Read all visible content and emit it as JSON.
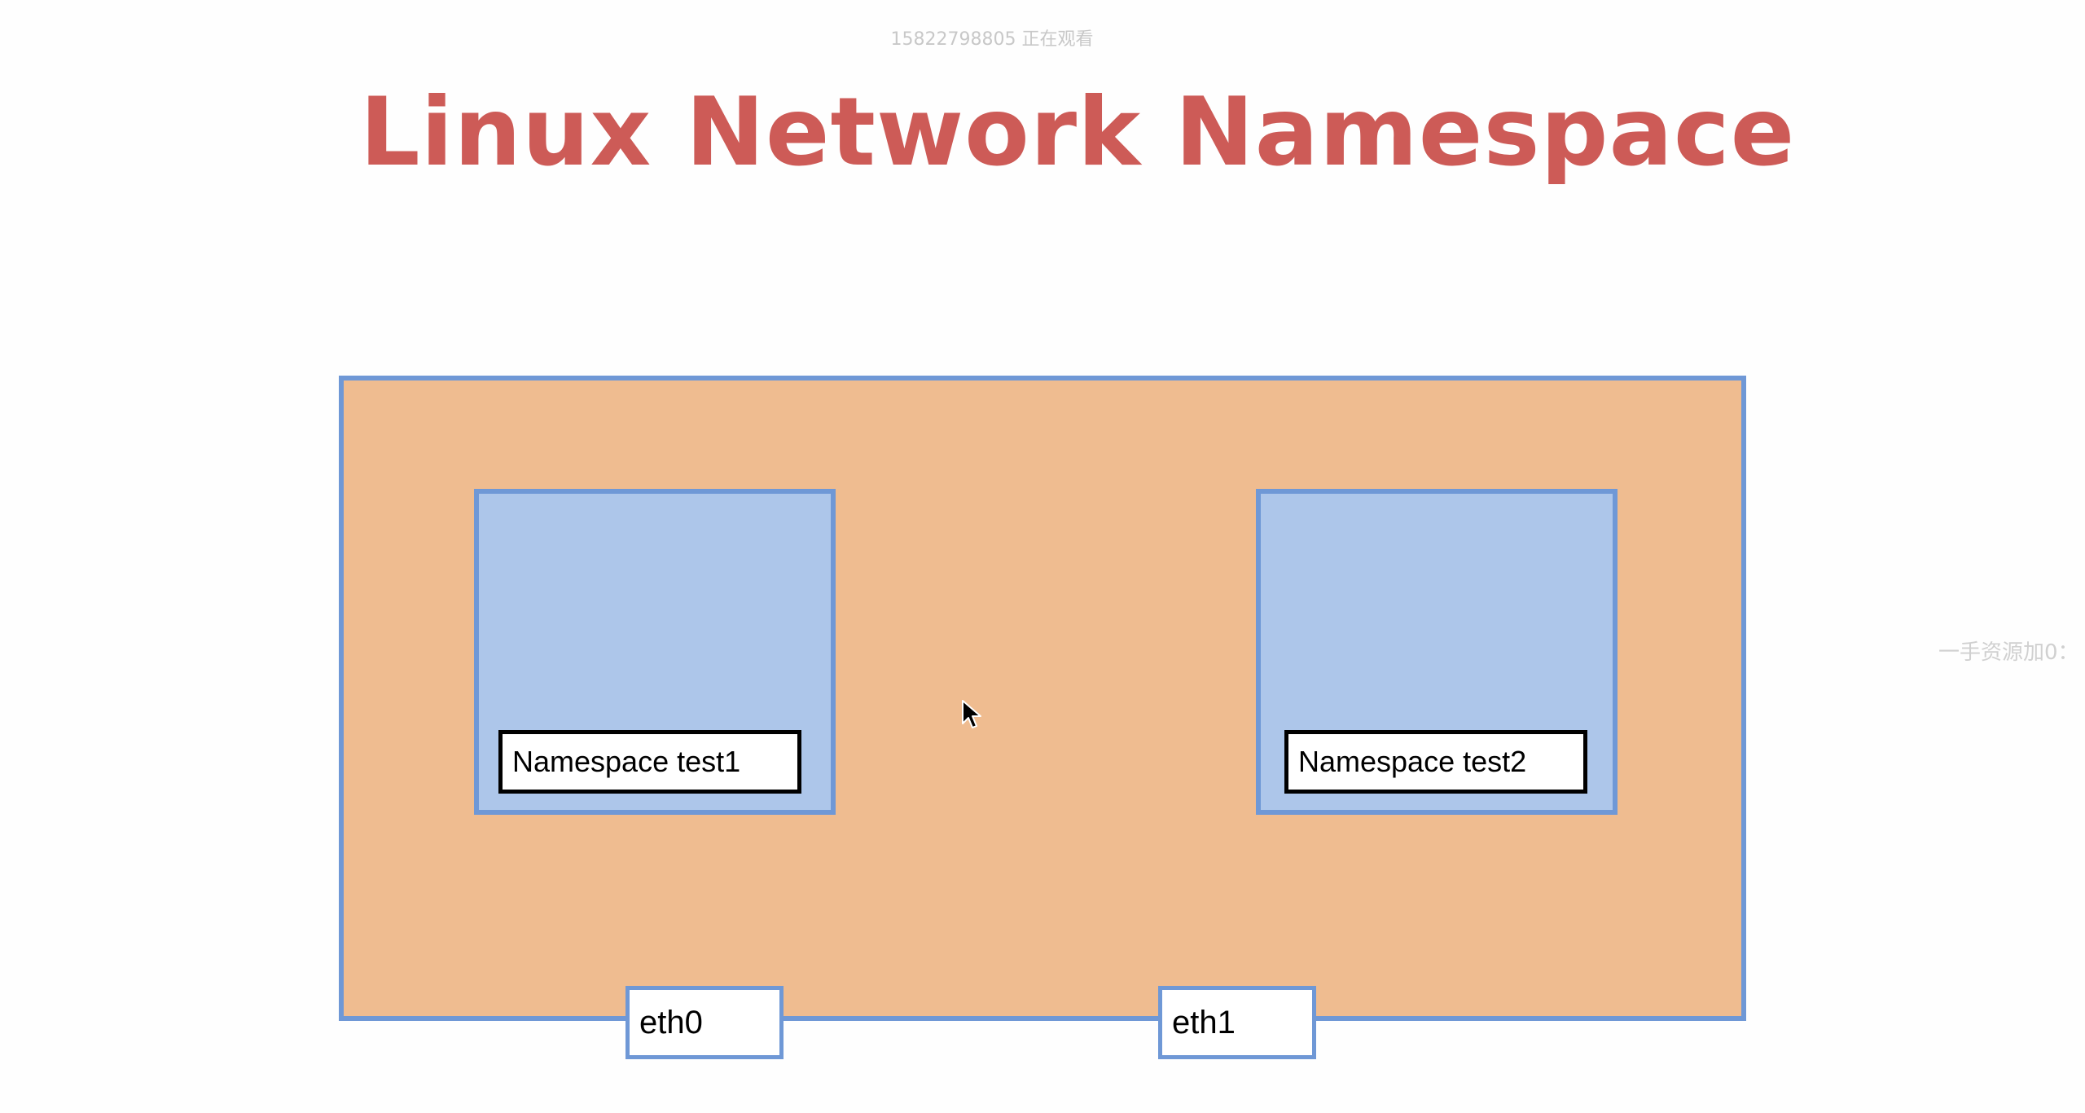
{
  "watermark_top": "15822798805 正在观看",
  "watermark_side": "一手资源加0：",
  "title": "Linux Network Namespace",
  "diagram": {
    "namespaces": [
      {
        "label": "Namespace test1"
      },
      {
        "label": "Namespace test2"
      }
    ],
    "interfaces": [
      {
        "label": "eth0"
      },
      {
        "label": "eth1"
      }
    ]
  },
  "colors": {
    "title": "#cd5b57",
    "host_fill": "#efbc90",
    "namespace_fill": "#adc6ea",
    "border_blue": "#6f98d6"
  },
  "icons": {
    "cursor": "mouse-pointer-icon"
  }
}
